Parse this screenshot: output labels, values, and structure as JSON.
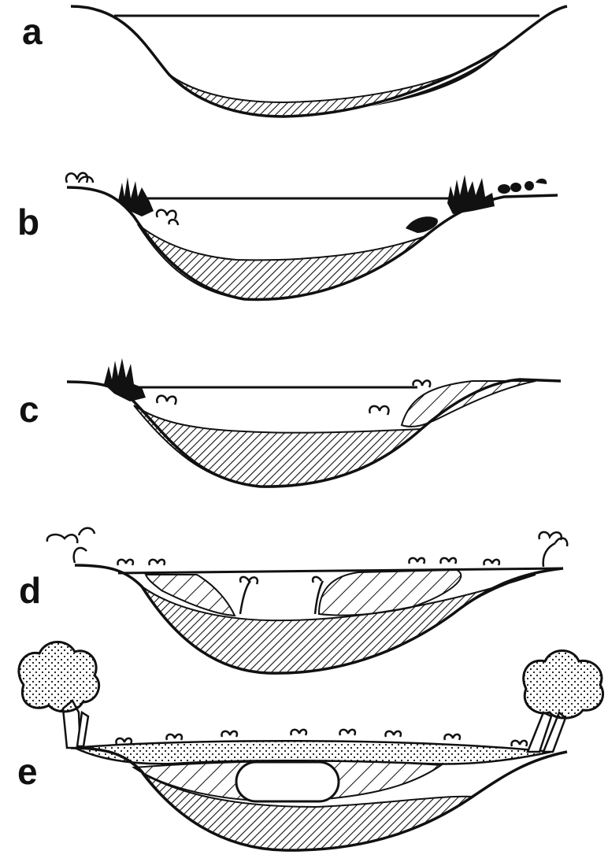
{
  "panels": [
    {
      "label": "a"
    },
    {
      "label": "b"
    },
    {
      "label": "c"
    },
    {
      "label": "d"
    },
    {
      "label": "e"
    }
  ],
  "colors": {
    "ink": "#111111",
    "paper": "#ffffff"
  }
}
